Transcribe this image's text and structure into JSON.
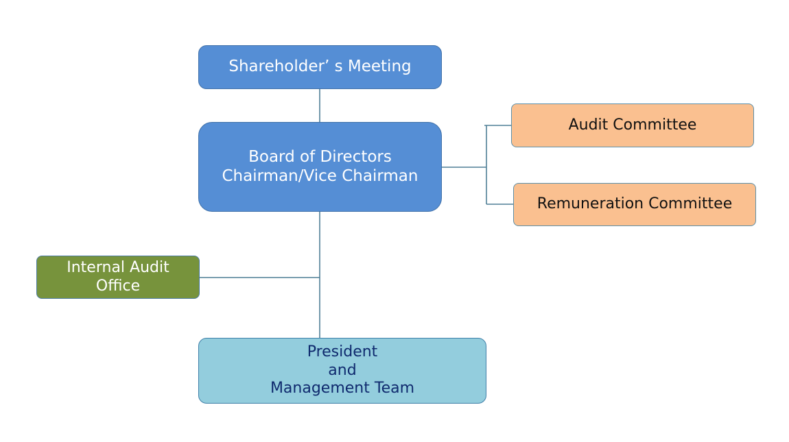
{
  "colors": {
    "governance_blue": "#558ed5",
    "committee_orange": "#fac090",
    "audit_green": "#77933c",
    "management_light_blue": "#93cddd",
    "connector": "#4f7f96"
  },
  "nodes": {
    "shareholders": {
      "lines": [
        "Shareholder’ s Meeting"
      ]
    },
    "board": {
      "lines": [
        "Board of Directors",
        "Chairman/Vice Chairman"
      ]
    },
    "audit_committee": {
      "lines": [
        "Audit Committee"
      ]
    },
    "remuneration_committee": {
      "lines": [
        "Remuneration Committee"
      ]
    },
    "internal_audit": {
      "lines": [
        "Internal Audit",
        "Office"
      ]
    },
    "president": {
      "lines": [
        "President",
        "and",
        "Management Team"
      ]
    }
  },
  "edges": [
    {
      "from": "shareholders",
      "to": "board"
    },
    {
      "from": "board",
      "to": "audit_committee"
    },
    {
      "from": "board",
      "to": "remuneration_committee"
    },
    {
      "from": "board",
      "to": "internal_audit"
    },
    {
      "from": "board",
      "to": "president"
    }
  ]
}
